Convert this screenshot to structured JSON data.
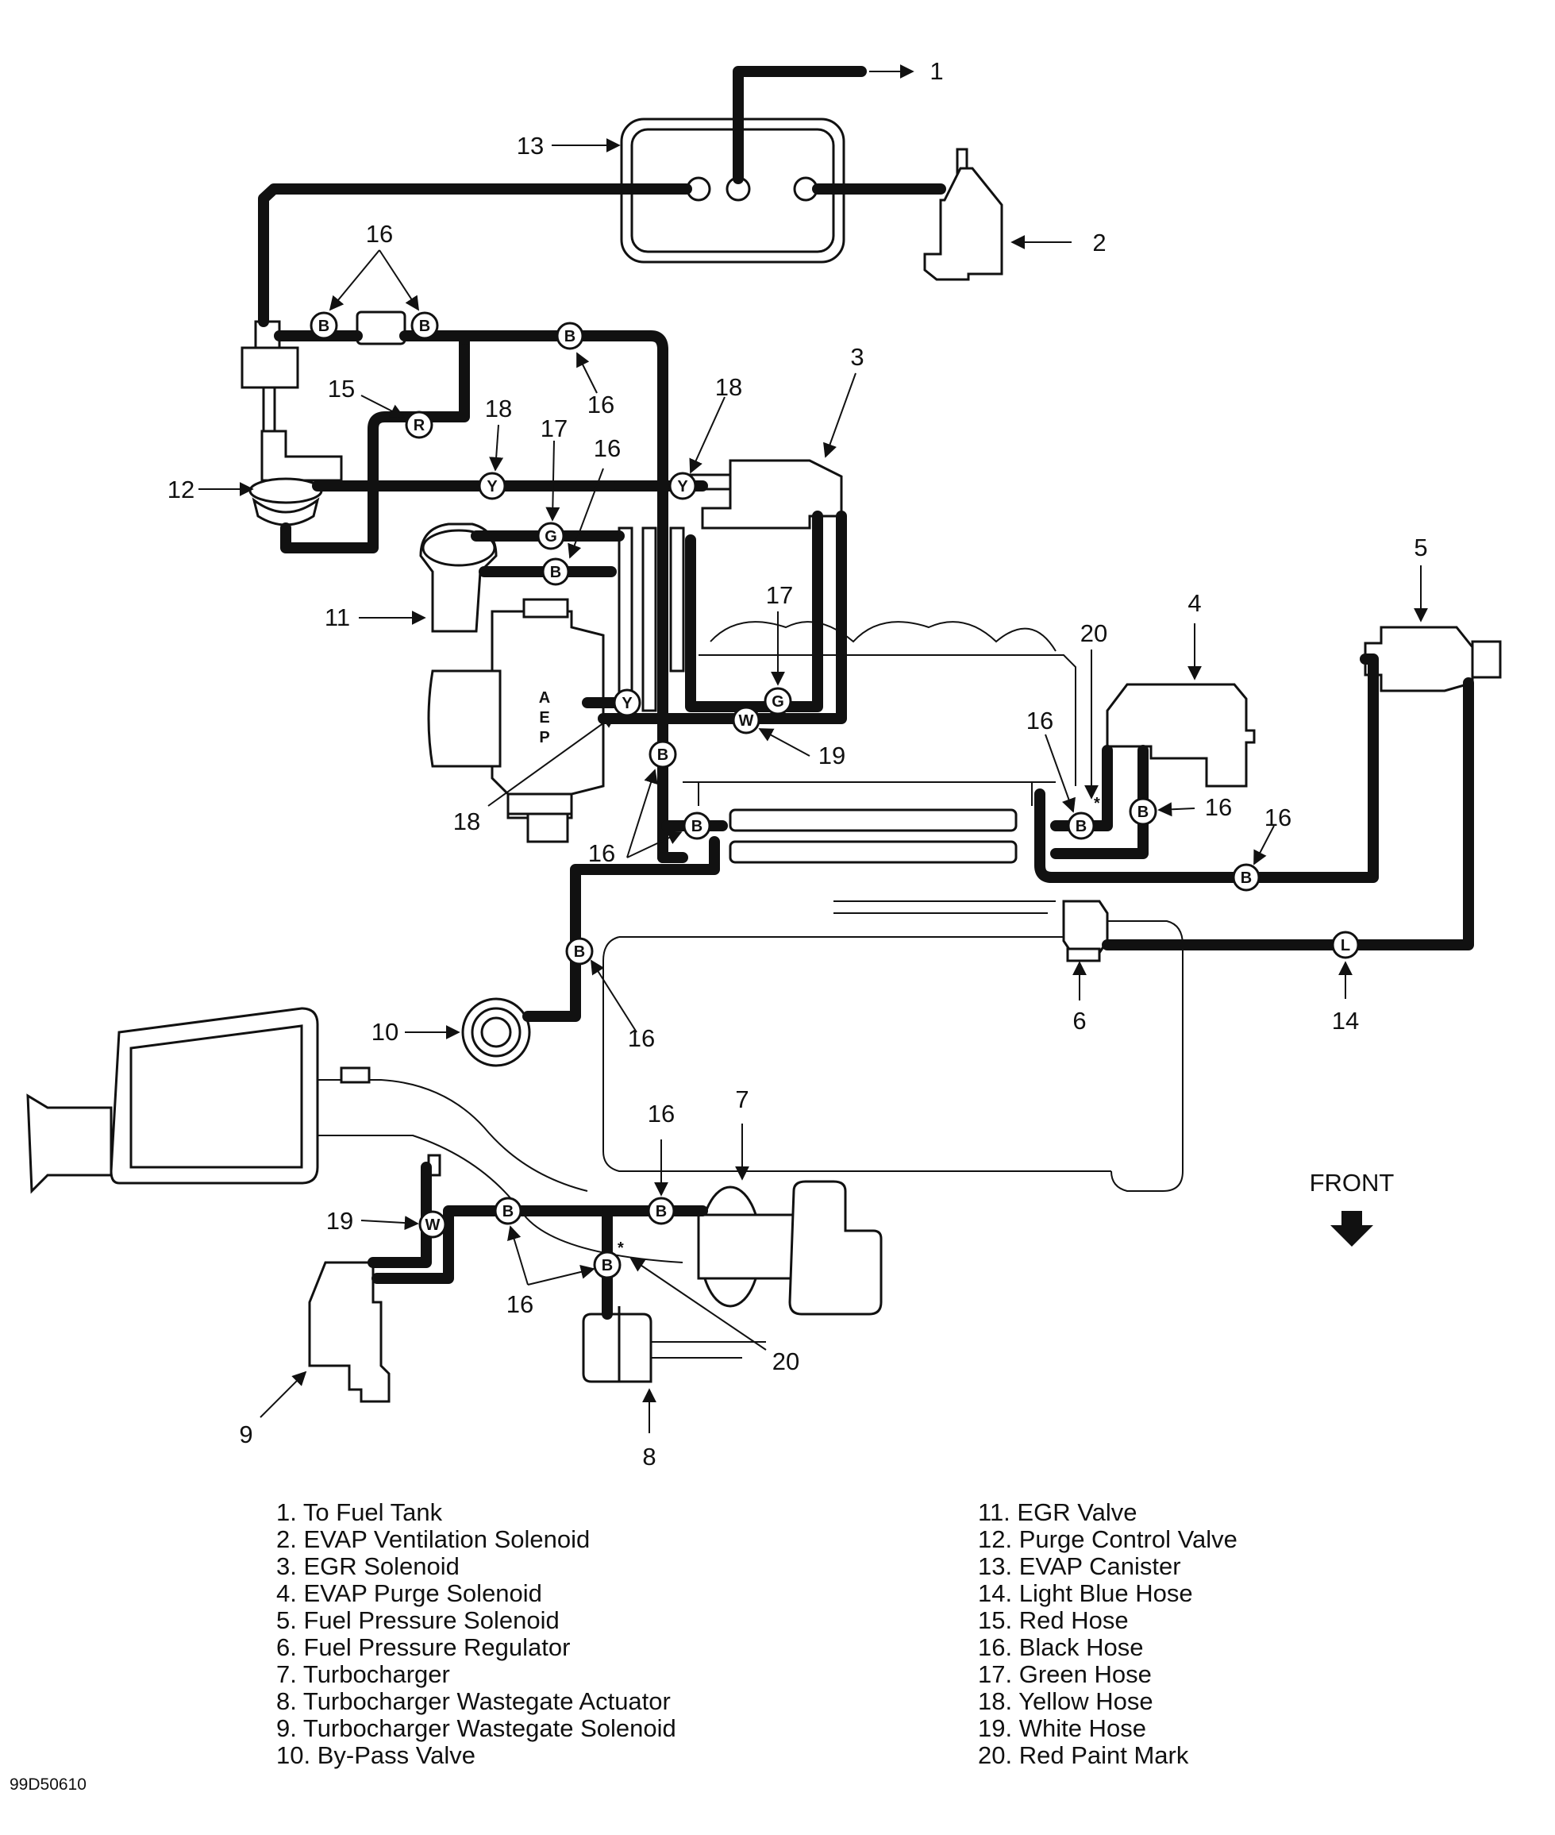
{
  "diagram": {
    "front_label": "FRONT",
    "image_code": "99D50610",
    "hose_tags": {
      "black": "B",
      "red": "R",
      "yellow": "Y",
      "green": "G",
      "white": "W",
      "light_blue": "L"
    },
    "throttle_body_letters": [
      "A",
      "E",
      "P"
    ],
    "callouts": [
      "1",
      "2",
      "3",
      "4",
      "5",
      "6",
      "7",
      "8",
      "9",
      "10",
      "11",
      "12",
      "13",
      "14",
      "15",
      "16",
      "17",
      "18",
      "19",
      "20"
    ],
    "legend": {
      "left": [
        "1. To Fuel Tank",
        "2. EVAP Ventilation Solenoid",
        "3. EGR Solenoid",
        "4. EVAP Purge Solenoid",
        "5. Fuel Pressure Solenoid",
        "6. Fuel Pressure Regulator",
        "7. Turbocharger",
        "8. Turbocharger Wastegate Actuator",
        "9. Turbocharger Wastegate Solenoid",
        "10. By-Pass Valve"
      ],
      "right": [
        "11. EGR Valve",
        "12. Purge Control Valve",
        "13. EVAP Canister",
        "14. Light Blue Hose",
        "15. Red Hose",
        "16. Black Hose",
        "17. Green Hose",
        "18. Yellow Hose",
        "19. White Hose",
        "20. Red Paint Mark"
      ]
    }
  }
}
